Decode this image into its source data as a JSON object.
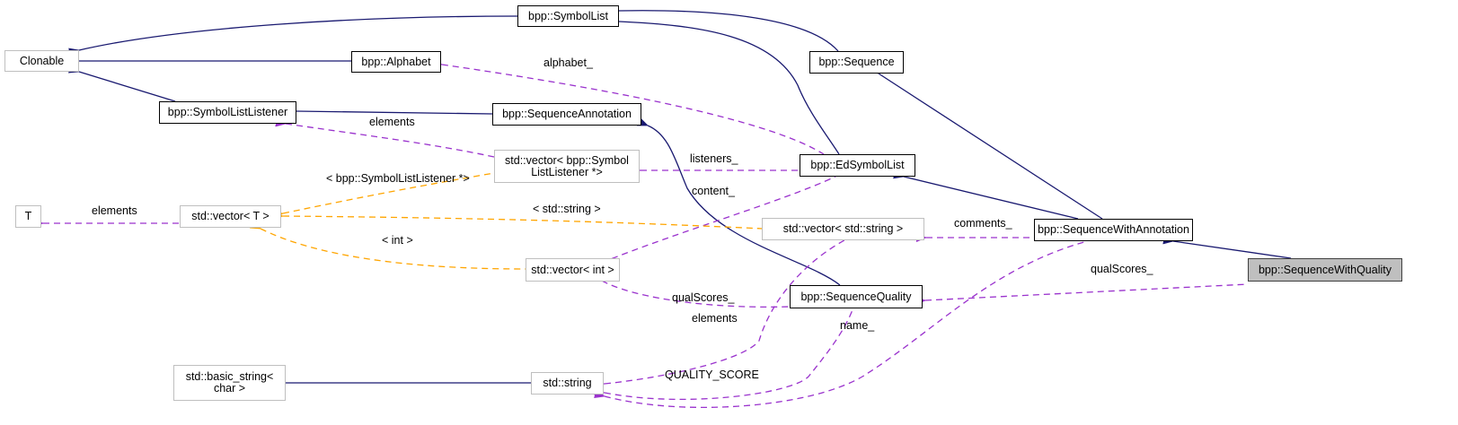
{
  "nodes": {
    "clonable": "Clonable",
    "symbol_list": "bpp::SymbolList",
    "alphabet": "bpp::Alphabet",
    "sequence": "bpp::Sequence",
    "symbol_list_listener": "bpp::SymbolListListener",
    "sequence_annotation": "bpp::SequenceAnnotation",
    "vector_sll": "std::vector< bpp::Symbol\nListListener *>",
    "ed_symbol_list": "bpp::EdSymbolList",
    "t": "T",
    "vector_t": "std::vector< T >",
    "vector_string": "std::vector< std::string >",
    "sequence_with_annotation": "bpp::SequenceWithAnnotation",
    "sequence_with_quality": "bpp::SequenceWithQuality",
    "vector_int": "std::vector< int >",
    "sequence_quality": "bpp::SequenceQuality",
    "basic_string": "std::basic_string<\nchar >",
    "std_string": "std::string"
  },
  "edge_labels": {
    "alphabet": "alphabet_",
    "elements_sll": "elements",
    "sll_template": "< bpp::SymbolListListener *>",
    "listeners": "listeners_",
    "elements_t": "elements",
    "string_template": "< std::string >",
    "content": "content_",
    "comments": "comments_",
    "int_template": "< int >",
    "qual_scores_swq": "qualScores_",
    "qual_scores_sq": "qualScores_",
    "elements_string": "elements",
    "name": "name_",
    "quality_score": "QUALITY_SCORE"
  },
  "colors": {
    "inheritance": "#191970",
    "usage": "#9a32cd",
    "template": "#ffa500",
    "selected_fill": "#bfbfbf"
  }
}
